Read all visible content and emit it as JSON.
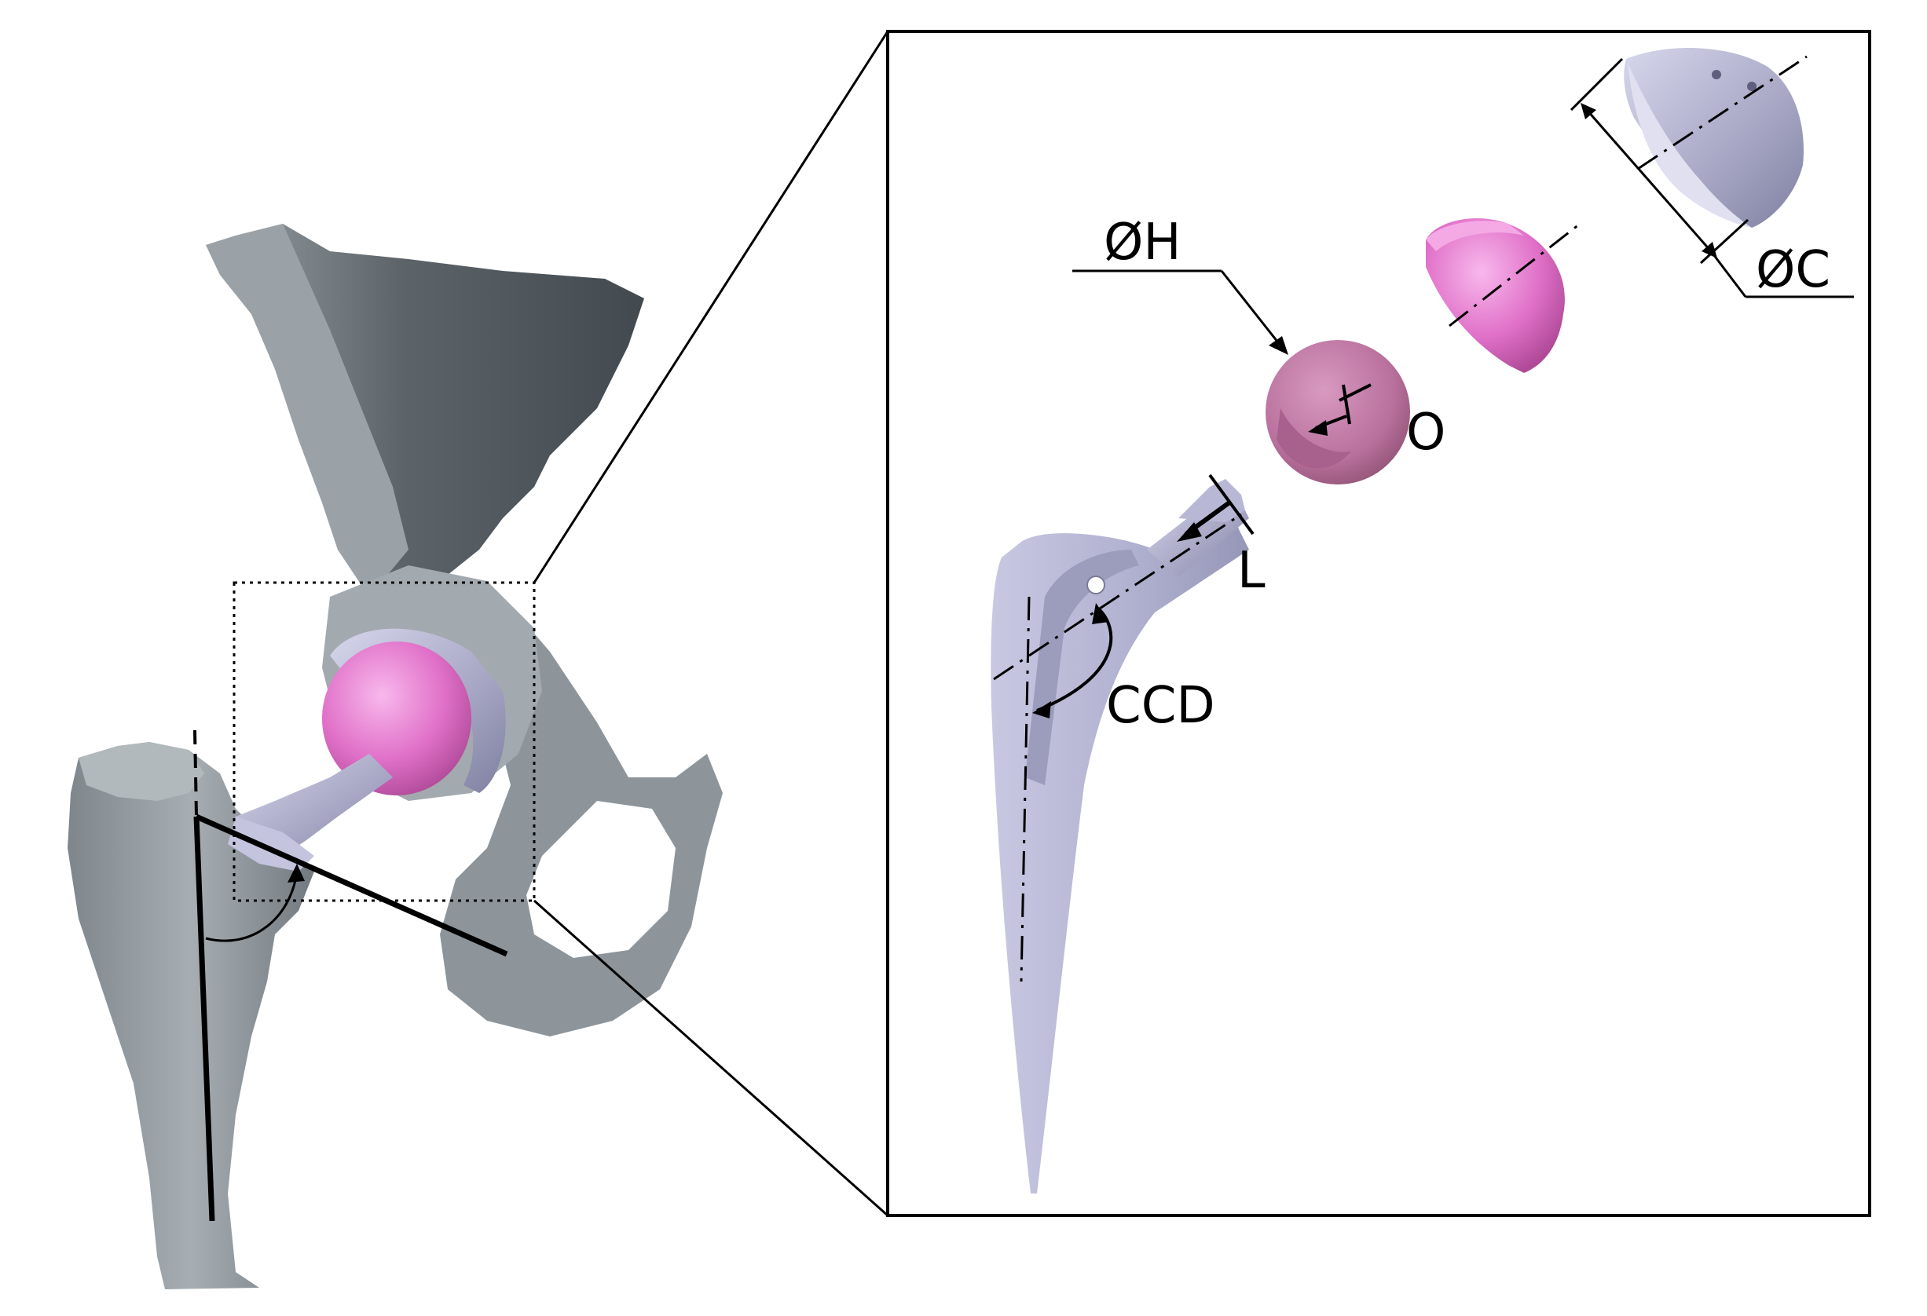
{
  "labels": {
    "head_diameter": "ØH",
    "cup_diameter": "ØC",
    "offset": "O",
    "neck_length": "L",
    "ccd_angle": "CCD"
  },
  "colors": {
    "bone": "#8f979d",
    "bone_dark": "#4f565c",
    "pink": "#e070c8",
    "pink_light": "#f4a0e2",
    "head_pink": "#c07aa8",
    "metal": "#a9a9c8",
    "metal_light": "#cfd0e6",
    "line": "#000000"
  }
}
